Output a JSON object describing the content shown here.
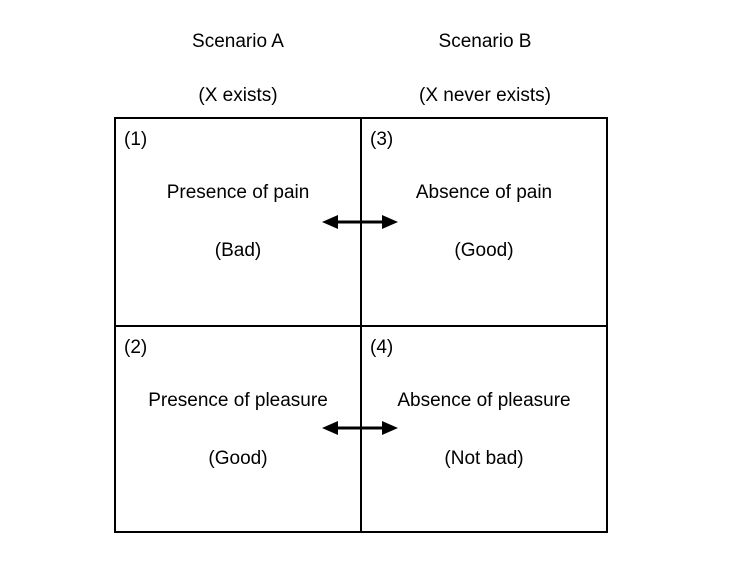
{
  "columns": [
    {
      "title": "Scenario A",
      "subtitle": "(X exists)"
    },
    {
      "title": "Scenario B",
      "subtitle": "(X never exists)"
    }
  ],
  "quadrants": [
    {
      "number": "(1)",
      "label": "Presence of pain",
      "value": "(Bad)"
    },
    {
      "number": "(3)",
      "label": "Absence of pain",
      "value": "(Good)"
    },
    {
      "number": "(2)",
      "label": "Presence of pleasure",
      "value": "(Good)"
    },
    {
      "number": "(4)",
      "label": "Absence of pleasure",
      "value": "(Not bad)"
    }
  ],
  "connectors": [
    {
      "name": "pain-comparison",
      "style": "double-headed-arrow"
    },
    {
      "name": "pleasure-comparison",
      "style": "double-headed-arrow"
    }
  ],
  "style": {
    "stroke": "#000000",
    "background": "#ffffff"
  }
}
